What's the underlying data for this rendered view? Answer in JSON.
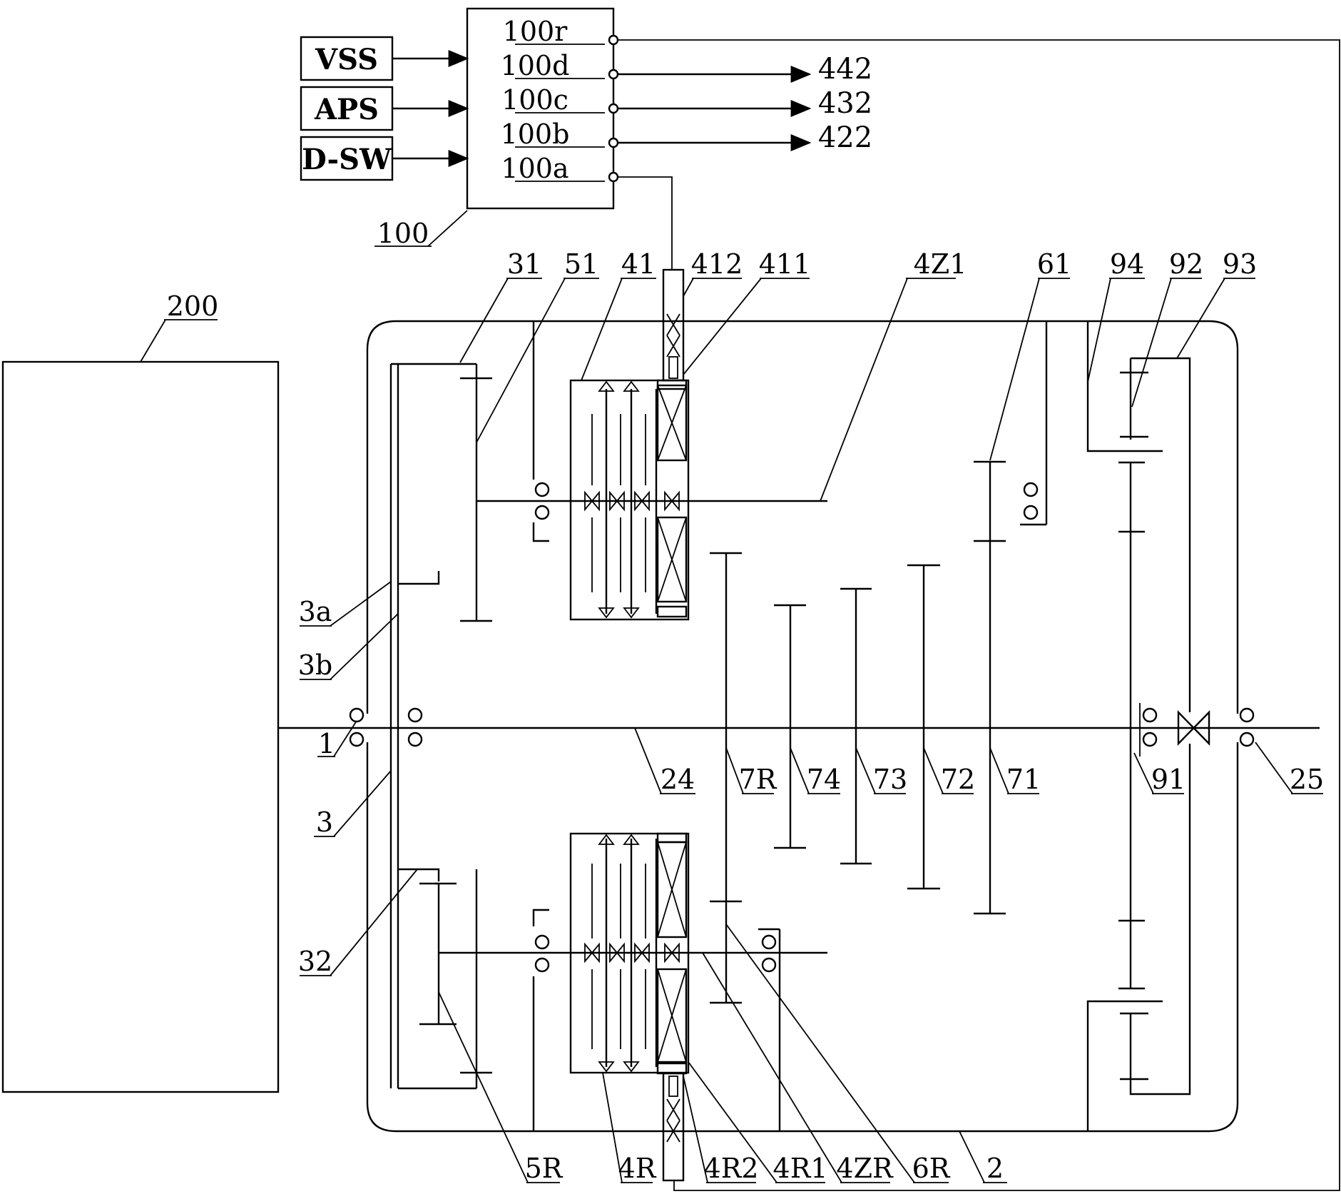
{
  "sensors": {
    "vss": "VSS",
    "aps": "APS",
    "dsw": "D-SW"
  },
  "controller": {
    "ref": "100",
    "ports": {
      "r": "100r",
      "d": "100d",
      "c": "100c",
      "b": "100b",
      "a": "100a"
    },
    "outputs": {
      "d": "442",
      "c": "432",
      "b": "422"
    }
  },
  "engine_ref": "200",
  "labels": {
    "l31": "31",
    "l51": "51",
    "l41": "41",
    "l412": "412",
    "l411": "411",
    "l4z1": "4Z1",
    "l61": "61",
    "l94": "94",
    "l92": "92",
    "l93": "93",
    "l3a": "3a",
    "l3b": "3b",
    "l1": "1",
    "l24": "24",
    "l7r": "7R",
    "l74": "74",
    "l73": "73",
    "l72": "72",
    "l71": "71",
    "l91": "91",
    "l25": "25",
    "l3": "3",
    "l32": "32",
    "l5r": "5R",
    "l4r": "4R",
    "l4r2": "4R2",
    "l4r1": "4R1",
    "l4zr": "4ZR",
    "l6r": "6R",
    "l2": "2"
  }
}
